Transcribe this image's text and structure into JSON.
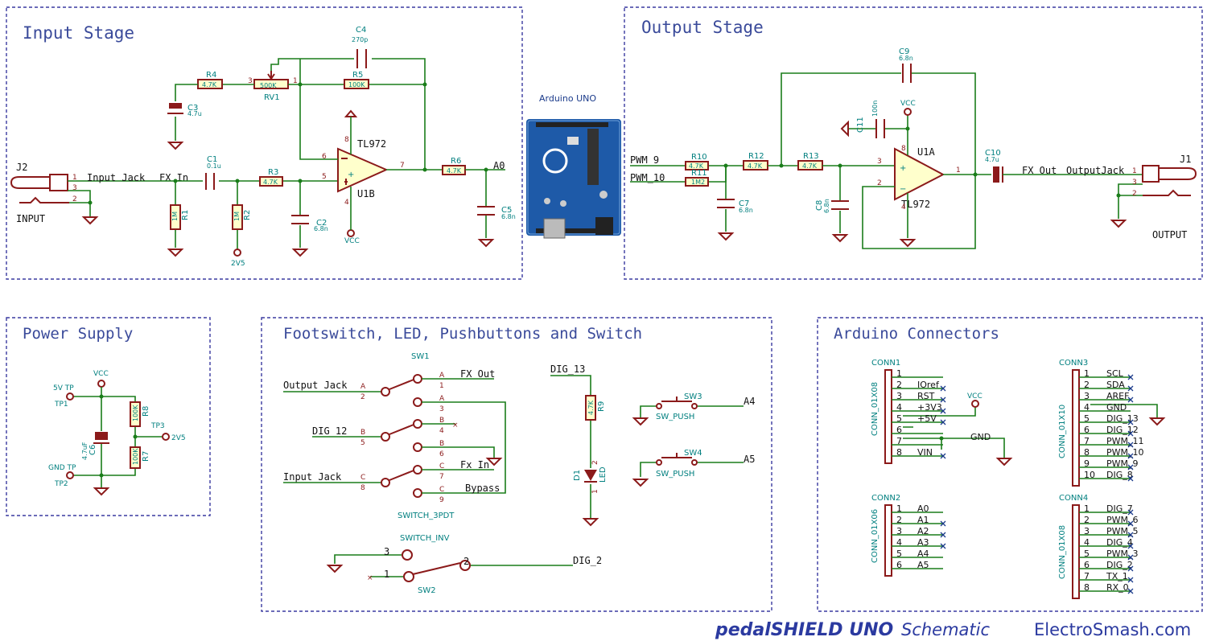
{
  "sections": {
    "input_stage": "Input Stage",
    "output_stage": "Output Stage",
    "power_supply": "Power Supply",
    "footswitch": "Footswitch, LED, Pushbuttons and Switch",
    "arduino_connectors": "Arduino Connectors"
  },
  "arduino": {
    "label": "Arduino UNO"
  },
  "input_stage": {
    "j2": "J2",
    "input_label": "INPUT",
    "input_jack_net": "Input Jack",
    "fx_in_net": "FX In",
    "c1": "C1",
    "c1_val": "0.1u",
    "r1": "R1",
    "r1_val": "1M",
    "r2": "R2",
    "r2_val": "1M",
    "r2_net": "2V5",
    "r3": "R3",
    "r3_val": "4.7K",
    "r4": "R4",
    "r4_val": "4.7K",
    "rv1": "RV1",
    "rv1_val": "500K",
    "r5": "R5",
    "r5_val": "100K",
    "c3": "C3",
    "c3_val": "4.7u",
    "c4": "C4",
    "c4_val": "270p",
    "c2": "C2",
    "c2_val": "6.8n",
    "c5": "C5",
    "c5_val": "6.8n",
    "r6": "R6",
    "r6_val": "4.7K",
    "u1b": "U1B",
    "tl972": "TL972",
    "vcc": "VCC",
    "a0": "A0",
    "pins": [
      "1",
      "3",
      "2",
      "6",
      "5",
      "8",
      "4",
      "7",
      "3",
      "1"
    ]
  },
  "output_stage": {
    "pwm9": "PWM_9",
    "pwm10": "PWM_10",
    "r10": "R10",
    "r10_val": "4.7K",
    "r11": "R11",
    "r11_val": "1M2",
    "r12": "R12",
    "r12_val": "4.7K",
    "r13": "R13",
    "r13_val": "4.7K",
    "c7": "C7",
    "c7_val": "6.8n",
    "c8": "C8",
    "c8_val": "6.8n",
    "c9": "C9",
    "c9_val": "6.8n",
    "c11": "C11",
    "c11_val": "100n",
    "c10": "C10",
    "c10_val": "4.7u",
    "u1a": "U1A",
    "tl972": "TL972",
    "vcc": "VCC",
    "fx_out_net": "FX Out",
    "output_jack_net": "OutputJack",
    "j1": "J1",
    "output_label": "OUTPUT",
    "pins": [
      "3",
      "2",
      "8",
      "4",
      "1",
      "1",
      "3",
      "2"
    ]
  },
  "power_supply": {
    "vcc": "VCC",
    "tp1_net": "5V TP",
    "tp1": "TP1",
    "tp2_net": "GND TP",
    "tp2": "TP2",
    "r8": "R8",
    "r8_val": "100K",
    "r7": "R7",
    "r7_val": "100K",
    "c6": "C6",
    "c6_val": "4.7uF",
    "tp3": "TP3",
    "tp3_net": "2V5"
  },
  "footswitch": {
    "sw1": "SW1",
    "sw1_type": "SWITCH_3PDT",
    "left_nets": [
      "Output Jack",
      "DIG_12",
      "Input Jack"
    ],
    "left_letters": [
      "A",
      "B",
      "C"
    ],
    "left_pins": [
      "2",
      "5",
      "8"
    ],
    "right_letters": [
      "A",
      "A",
      "B",
      "B",
      "C",
      "C"
    ],
    "right_pins": [
      "1",
      "3",
      "4",
      "6",
      "7",
      "9"
    ],
    "right_nets": [
      "FX Out",
      "Fx In",
      "Bypass"
    ],
    "dig13": "DIG_13",
    "r9": "R9",
    "r9_val": "4.7K",
    "d1": "D1",
    "led": "LED",
    "led_pins": [
      "2",
      "1"
    ],
    "sw3": "SW3",
    "sw4": "SW4",
    "sw_push": "SW_PUSH",
    "a4": "A4",
    "a5": "A5",
    "sw2": "SW2",
    "sw_inv": "SWITCH_INV",
    "sw2_pins": [
      "3",
      "1",
      "2"
    ],
    "dig2": "DIG_2"
  },
  "connectors": {
    "conn1": {
      "ref": "CONN1",
      "type": "CONN_01X08",
      "pins": [
        "1",
        "2",
        "3",
        "4",
        "5",
        "6",
        "7",
        "8"
      ],
      "labels": [
        "",
        "IOref",
        "RST",
        "+3V3",
        "+5V",
        "",
        "",
        "VIN"
      ],
      "vcc": "VCC",
      "gnd": "GND"
    },
    "conn2": {
      "ref": "CONN2",
      "type": "CONN_01X06",
      "pins": [
        "1",
        "2",
        "3",
        "4",
        "5",
        "6"
      ],
      "labels": [
        "A0",
        "A1",
        "A2",
        "A3",
        "A4",
        "A5"
      ]
    },
    "conn3": {
      "ref": "CONN3",
      "type": "CONN_01X10",
      "pins": [
        "1",
        "2",
        "3",
        "4",
        "5",
        "6",
        "7",
        "8",
        "9",
        "10"
      ],
      "labels": [
        "SCL",
        "SDA",
        "AREF",
        "GND",
        "DIG_13",
        "DIG_12",
        "PWM_11",
        "PWM_10",
        "PWM_9",
        "DIG_8"
      ]
    },
    "conn4": {
      "ref": "CONN4",
      "type": "CONN_01X08",
      "pins": [
        "1",
        "2",
        "3",
        "4",
        "5",
        "6",
        "7",
        "8"
      ],
      "labels": [
        "DIG_7",
        "PWM_6",
        "PWM_5",
        "DIG_4",
        "PWM_3",
        "DIG_2",
        "TX_1",
        "RX_0"
      ]
    }
  },
  "footer": {
    "product": "pedalSHIELD UNO",
    "schematic": "Schematic",
    "site": "ElectroSmash.com"
  }
}
